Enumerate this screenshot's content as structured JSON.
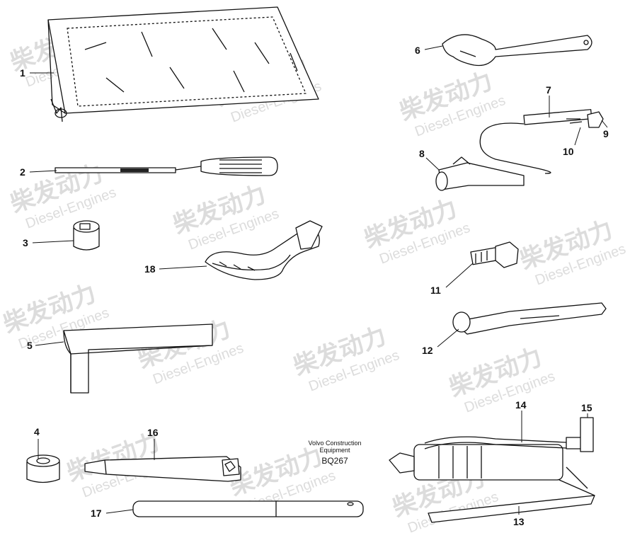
{
  "caption": {
    "line1": "Volvo Construction",
    "line2": "Equipment",
    "code": "BQ267"
  },
  "watermark": {
    "brand_cn": "柴发动力",
    "brand_en": "Diesel-Engines"
  },
  "parts": [
    {
      "no": "1",
      "item": "tool-bag"
    },
    {
      "no": "2",
      "item": "screwdriver"
    },
    {
      "no": "3",
      "item": "socket"
    },
    {
      "no": "4",
      "item": "socket"
    },
    {
      "no": "5",
      "item": "hex-key"
    },
    {
      "no": "6",
      "item": "adjustable-wrench"
    },
    {
      "no": "7",
      "item": "grease-hose"
    },
    {
      "no": "8",
      "item": "hose-coupling"
    },
    {
      "no": "9",
      "item": "nozzle"
    },
    {
      "no": "10",
      "item": "nozzle-nut"
    },
    {
      "no": "11",
      "item": "adapter"
    },
    {
      "no": "12",
      "item": "extension"
    },
    {
      "no": "13",
      "item": "grease-gun-handle"
    },
    {
      "no": "14",
      "item": "grease-gun-pipe"
    },
    {
      "no": "15",
      "item": "grease-gun-nozzle"
    },
    {
      "no": "16",
      "item": "box-wrench"
    },
    {
      "no": "17",
      "item": "tommy-bar"
    },
    {
      "no": "18",
      "item": "strap"
    }
  ],
  "colors": {
    "ink": "#111111",
    "watermark": "#d9d9d9",
    "background": "#ffffff"
  }
}
